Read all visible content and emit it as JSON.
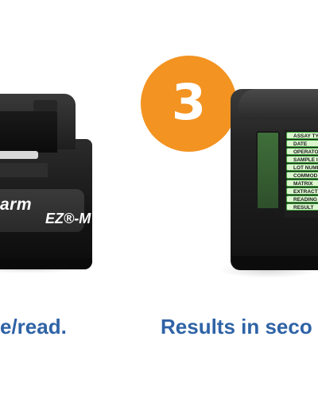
{
  "step": {
    "number": "3",
    "color": "#f39321"
  },
  "left_device": {
    "brand_line1": "arm",
    "brand_line2": "EZ®-M"
  },
  "right_device": {
    "menu_items": [
      "ASSAY TY",
      "DATE",
      "OPERATO",
      "SAMPLE I",
      "LOT NUMB",
      "COMMOD",
      "MATRIX",
      "EXTRACT",
      "READING",
      "RESULT"
    ]
  },
  "captions": {
    "left": "e/read.",
    "right": "Results in seco"
  },
  "colors": {
    "caption": "#2f63a6",
    "device": "#1a1a1a",
    "menu_bg": "#dcf5cf",
    "menu_border": "#3aa43a"
  }
}
